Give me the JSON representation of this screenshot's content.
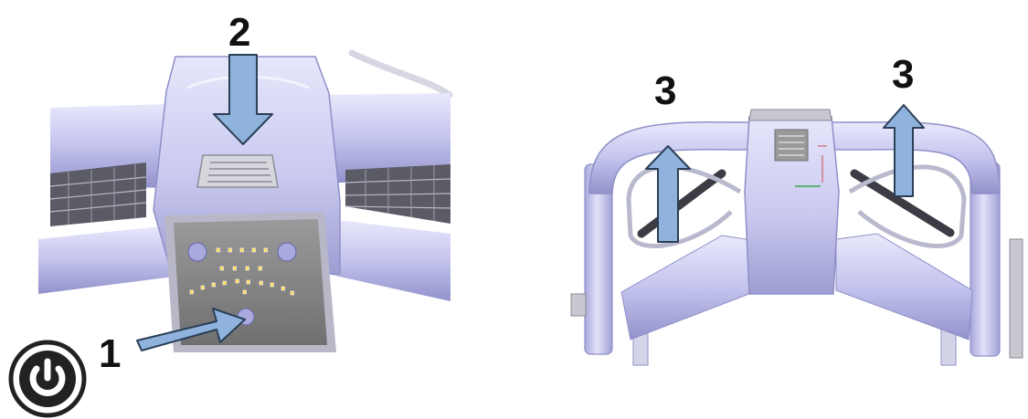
{
  "callouts": {
    "power_button": "1",
    "top_button": "2",
    "handle_left": "3",
    "handle_right": "3"
  },
  "icons": {
    "power": "power-icon"
  },
  "colors": {
    "arrow_fill": "#8fb3dc",
    "arrow_stroke": "#2b3f57",
    "device_body": "#c9c9f0",
    "device_shadow": "#8f8fc8",
    "panel_gray": "#808080"
  }
}
